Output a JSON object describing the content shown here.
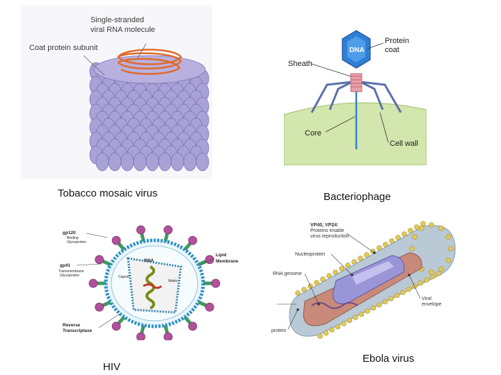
{
  "captions": {
    "tmv": "Tobacco mosaic virus",
    "phage": "Bacteriophage",
    "hiv": "HIV",
    "ebola": "Ebola virus"
  },
  "tmv": {
    "label_rna_line1": "Single-stranded",
    "label_rna_line2": "viral RNA molecule",
    "label_coat": "Coat protein subunit",
    "colors": {
      "capsid": "#a9a2d6",
      "rna": "#e06b2a"
    }
  },
  "phage": {
    "label_dna": "DNA",
    "label_protein_line1": "Protein",
    "label_protein_line2": "coat",
    "label_sheath": "Sheath",
    "label_core": "Core",
    "label_cellwall": "Cell wall",
    "colors": {
      "head": "#2f7fd6",
      "cell": "#cfe3a8",
      "legs": "#5a6fa8"
    }
  },
  "hiv": {
    "gp120": "gp120",
    "gp120_sub1": "Binding",
    "gp120_sub2": "Glycoprotein",
    "gp41": "gp41",
    "gp41_sub1": "Transmembrane",
    "gp41_sub2": "Glycoprotein",
    "rt_line1": "Reverse",
    "rt_line2": "Transcriptase",
    "rna": "RNA",
    "capsid": "Capsid",
    "matrix": "Matrix",
    "lipid_line1": "Lipid",
    "lipid_line2": "Membrane",
    "colors": {
      "knob": "#b0519a",
      "stem": "#3f9a5a",
      "membrane": "#2f8fc4"
    }
  },
  "ebola": {
    "vp_line1": "VP40, VP24:",
    "vp_line2": "Proteins enable",
    "vp_line3": "virus reproduction",
    "nucleoprotein": "Nucleoprotein",
    "rna_genome": "RNA genome",
    "viral_line1": "Viral",
    "viral_line2": "envelope",
    "protein": "protein",
    "colors": {
      "envelope": "#b9c9d6",
      "spike": "#e0c85a",
      "inner": "#c98a7a"
    }
  }
}
